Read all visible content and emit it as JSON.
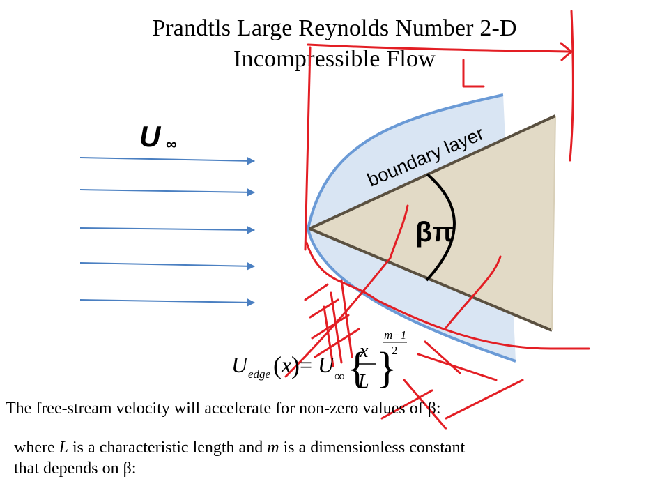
{
  "slide": {
    "title_line1": "Prandtls Large Reynolds Number  2-D",
    "title_line2": "Incompressible Flow"
  },
  "diagram": {
    "freestream_label_U": "U",
    "freestream_label_sub": "∞",
    "boundary_layer_label": "boundary layer",
    "wedge_angle_label": "βπ",
    "annotation_L": "L",
    "colors": {
      "arrow": "#4a7fc1",
      "boundary_layer_fill": "#d9e5f3",
      "boundary_layer_edge": "#6a9ad6",
      "wedge_fill": "#e2dac6",
      "wedge_edge": "#5a5040",
      "ink": "#e31e24"
    }
  },
  "equation": {
    "lhs_U": "U",
    "lhs_sub": "edge",
    "lhs_arg": "x",
    "equals": "=",
    "rhs_U": "U",
    "rhs_sub": "∞",
    "frac_num": "x",
    "frac_den": "L",
    "exp_num": "m−1",
    "exp_den": "2"
  },
  "text": {
    "line1": "The free-stream velocity will accelerate for non-zero values of β:",
    "line2_pre": "where ",
    "line2_L": "L",
    "line2_mid": " is a characteristic length and ",
    "line2_m": "m",
    "line2_post": " is a dimensionless constant",
    "line3": "that depends on β:"
  }
}
